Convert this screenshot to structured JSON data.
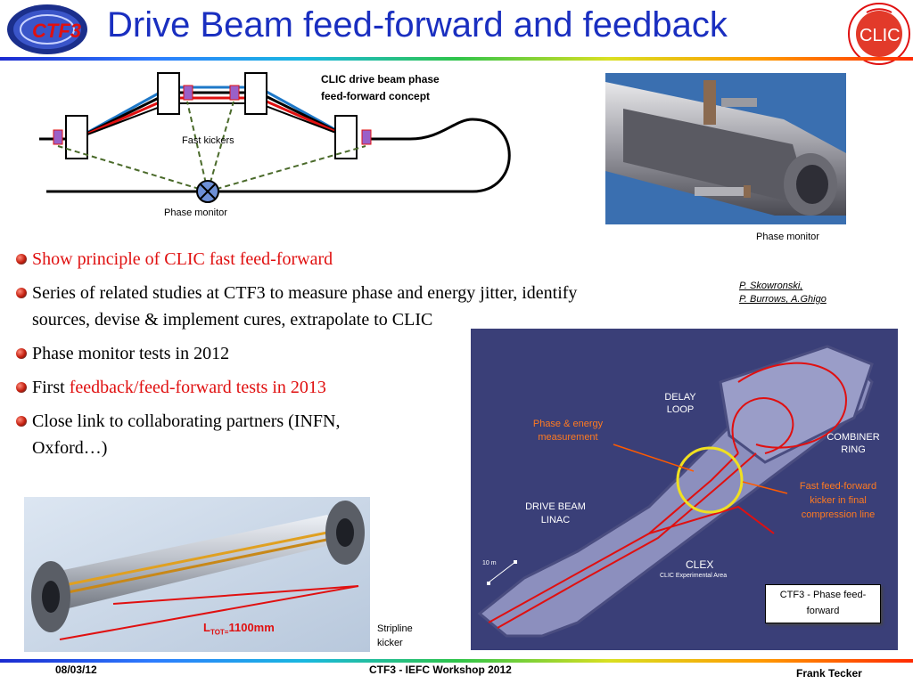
{
  "header": {
    "title": "Drive Beam feed-forward and feedback",
    "logo_left_text": "CTF3",
    "logo_right_text": "CLIC"
  },
  "concept_diagram": {
    "caption_line1": "CLIC drive beam phase",
    "caption_line2": "feed-forward concept",
    "kickers_label": "Fast kickers",
    "monitor_label": "Phase monitor"
  },
  "photo_top_right": {
    "caption": "Phase monitor"
  },
  "credits": {
    "line1": "P. Skowronski,",
    "line2": "P. Burrows, A.Ghigo"
  },
  "bullets": [
    {
      "parts": [
        {
          "text": "Show principle of CLIC fast feed-forward",
          "red": true
        }
      ]
    },
    {
      "parts": [
        {
          "text": "Series of related studies at CTF3 to measure phase and energy jitter, identify sources, devise & implement cures, extrapolate to CLIC",
          "red": false
        }
      ]
    },
    {
      "parts": [
        {
          "text": "Phase monitor tests in 2012",
          "red": false
        }
      ]
    },
    {
      "parts": [
        {
          "text": "First ",
          "red": false
        },
        {
          "text": "feedback/feed-forward tests in 2013",
          "red": true
        }
      ]
    },
    {
      "parts": [
        {
          "text": "Close link to collaborating partners (INFN, Oxford…)",
          "red": false
        }
      ]
    }
  ],
  "stripline": {
    "length_label_prefix": "L",
    "length_label_sub": "TOT=",
    "length_label_value": "1100mm",
    "caption_line1": "Stripline",
    "caption_line2": "kicker"
  },
  "ctf3_layout": {
    "delay_loop_1": "DELAY",
    "delay_loop_2": "LOOP",
    "combiner_1": "COMBINER",
    "combiner_2": "RING",
    "phase_energy_1": "Phase & energy",
    "phase_energy_2": "measurement",
    "ff_kicker_1": "Fast feed-forward",
    "ff_kicker_2": "kicker in final",
    "ff_kicker_3": "compression line",
    "linac_1": "DRIVE BEAM",
    "linac_2": "LINAC",
    "clex": "CLEX",
    "clex_sub": "CLIC Experimental Area",
    "scale": "10 m",
    "box_line1": "CTF3 - Phase feed-",
    "box_line2": "forward"
  },
  "footer": {
    "date": "08/03/12",
    "event": "CTF3 - IEFC Workshop 2012",
    "author": "Frank Tecker"
  },
  "colors": {
    "title": "#1a2fc0",
    "highlight_red": "#e01010",
    "annotation_orange": "#ff5a00",
    "layout_bg": "#3a3f78"
  }
}
